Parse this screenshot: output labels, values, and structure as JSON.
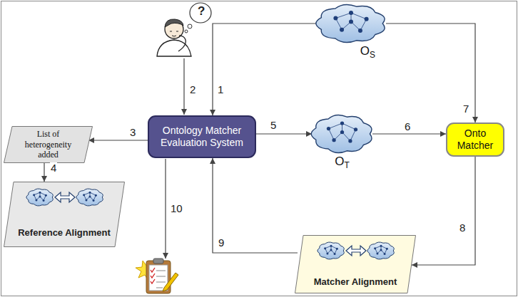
{
  "diagram": {
    "nodes": [
      {
        "text": [
          "O",
          "S"
        ]
      },
      {
        "text": [
          "Ontology Matcher Evaluation System"
        ]
      },
      {
        "text": [
          "List of heterogeneity added"
        ]
      },
      {
        "text": [
          "Reference Alignment"
        ]
      },
      {
        "text": [
          "O",
          "T"
        ]
      },
      {
        "text": [
          "Onto Matcher"
        ]
      },
      {
        "text": [
          "Matcher Alignment"
        ]
      }
    ],
    "edges": [
      {
        "from": 0,
        "to": 1,
        "arrow": "to",
        "label": "1"
      },
      {
        "from": 1,
        "to": 2,
        "arrow": "to",
        "label": "3"
      },
      {
        "from": 2,
        "to": 3,
        "arrow": "to",
        "label": "4"
      },
      {
        "from": 1,
        "to": 4,
        "arrow": "to",
        "label": "5"
      },
      {
        "from": 4,
        "to": 5,
        "arrow": "to",
        "label": "6"
      },
      {
        "from": 0,
        "to": 5,
        "arrow": "to",
        "label": "7"
      },
      {
        "from": 5,
        "to": 6,
        "arrow": "to",
        "label": "8"
      },
      {
        "from": 6,
        "to": 1,
        "arrow": "to",
        "label": "9"
      }
    ],
    "labels": [
      "?",
      "2",
      "10"
    ]
  }
}
